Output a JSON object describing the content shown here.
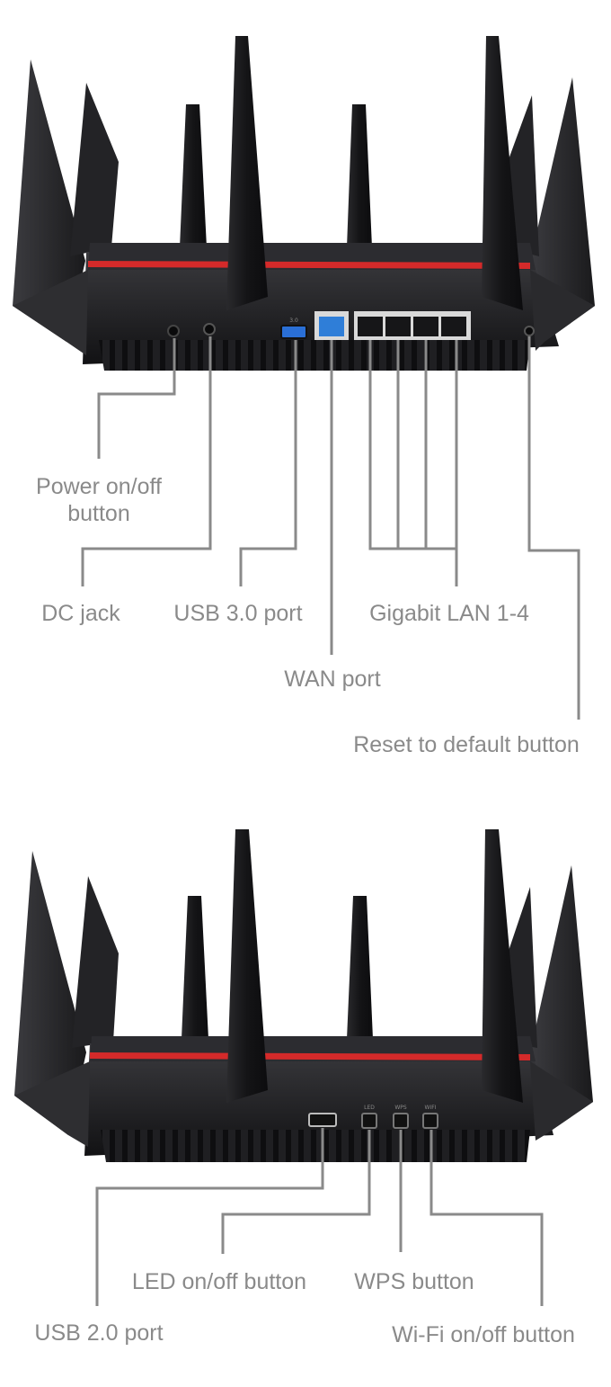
{
  "top_view": {
    "labels": {
      "power_button": "Power on/off\nbutton",
      "dc_jack": "DC jack",
      "usb3_port": "USB 3.0 port",
      "lan_ports": "Gigabit LAN 1-4",
      "wan_port": "WAN port",
      "reset_button": "Reset to default button"
    },
    "port_markings": {
      "usb3": "3.0"
    }
  },
  "bottom_view": {
    "labels": {
      "usb2_port": "USB 2.0 port",
      "led_button": "LED on/off button",
      "wps_button": "WPS button",
      "wifi_button": "Wi-Fi on/off button"
    },
    "button_markings": {
      "led": "LED",
      "wps": "WPS",
      "wifi": "WIFI"
    }
  },
  "colors": {
    "router_body": "#1c1c1e",
    "accent_stripe": "#d42a2a",
    "leader_line": "#8a8a8a",
    "label_text": "#8a8a8a",
    "usb3_blue": "#2a6fd6",
    "wan_blue": "#2f7ed8"
  }
}
